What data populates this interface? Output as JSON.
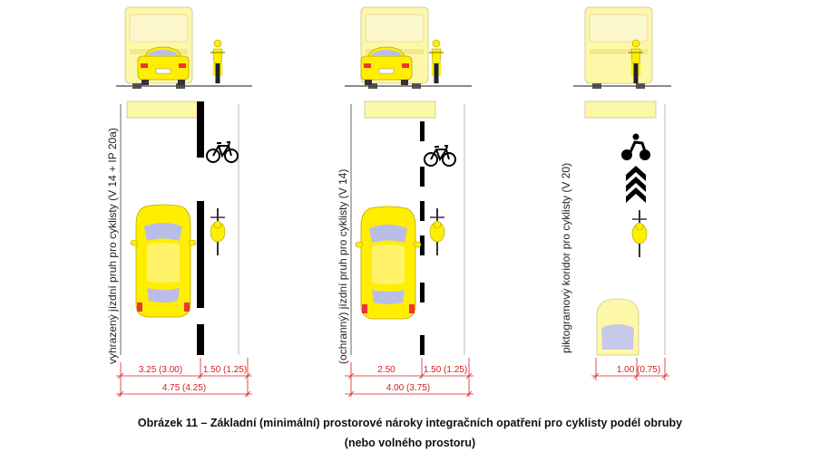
{
  "panels": [
    {
      "vertical_label": "vyhrazený jízdní pruh pro cyklisty (V 14 + IP 20a)",
      "dim_left": "3.25 (3.00)",
      "dim_right": "1.50 (1.25)",
      "dim_total": "4.75 (4.25)",
      "marking": "solid-line",
      "symbol": "bicycle-icon"
    },
    {
      "vertical_label": "(ochranný) jízdní pruh pro cyklisty (V 14)",
      "dim_left": "2.50",
      "dim_right": "1.50 (1.25)",
      "dim_total": "4.00 (3.75)",
      "marking": "dashed-line",
      "symbol": "bicycle-icon"
    },
    {
      "vertical_label": "piktogramový koridor pro cyklisty (V 20)",
      "dim_right": "1.00 (0.75)",
      "marking": "none",
      "symbol": "pictogram-cyclist-chevrons-icon"
    }
  ],
  "caption": {
    "line1": "Obrázek 11 – Základní (minimální) prostorové nároky integračních opatření pro cyklisty podél obruby",
    "line2": "(nebo volného prostoru)"
  },
  "colors": {
    "vehicle_yellow": "#ffee00",
    "bus_yellow": "#fdf7a8",
    "dimension_red": "#d32020",
    "marking_black": "#000000"
  }
}
